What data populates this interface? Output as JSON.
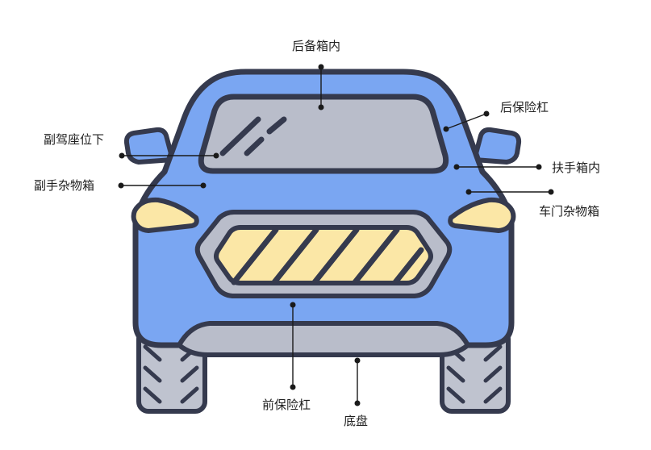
{
  "colors": {
    "outline": "#353a4e",
    "body": "#7aa6f2",
    "glass": "#b9bdca",
    "headlight": "#fbe7a6",
    "grille_frame": "#b9bdca",
    "tire": "#bfc3cf",
    "leader": "#1a1a1a"
  },
  "labels": {
    "trunk": "后备箱内",
    "rear_bumper": "后保险杠",
    "passenger_seat": "副驾座位下",
    "armrest_box": "扶手箱内",
    "glove_box": "副手杂物箱",
    "door_pocket": "车门杂物箱",
    "front_bumper": "前保险杠",
    "chassis": "底盘"
  }
}
